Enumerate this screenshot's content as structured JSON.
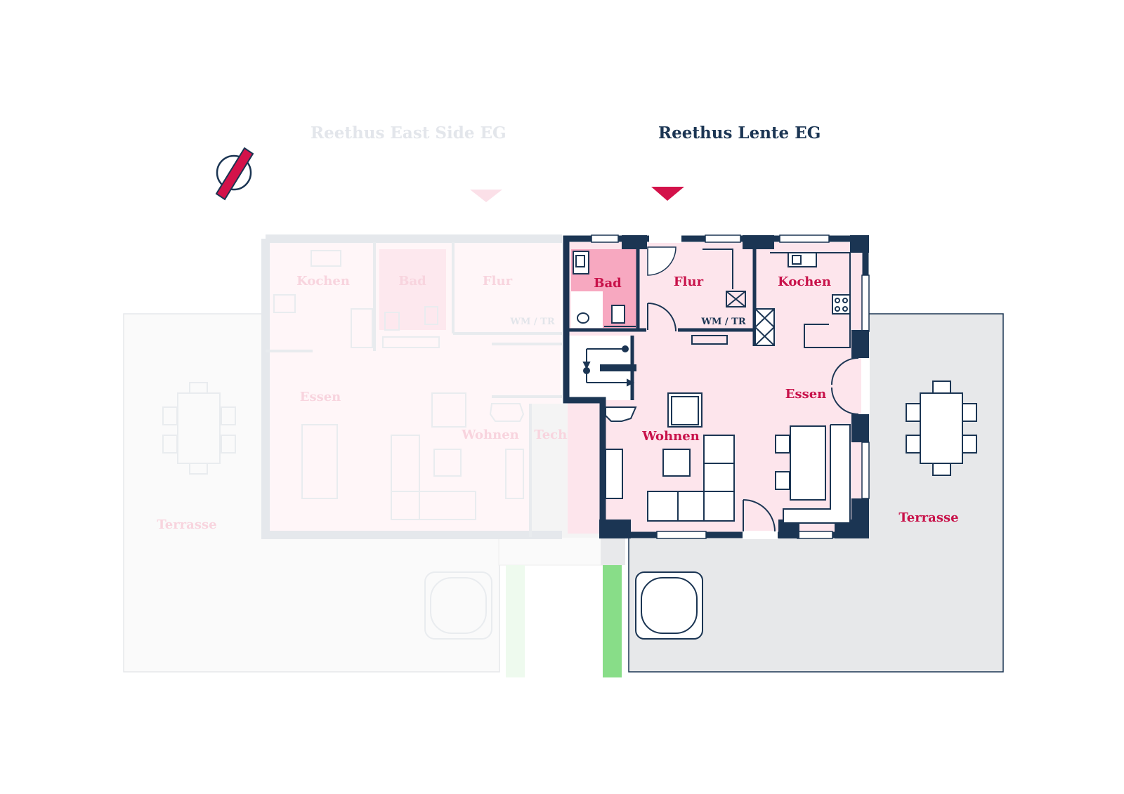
{
  "titles": {
    "left": "Reethus East Side EG",
    "right": "Reethus Lente EG"
  },
  "east_side_rooms": {
    "kochen": "Kochen",
    "bad": "Bad",
    "flur": "Flur",
    "wm_tr": "WM / TR",
    "essen": "Essen",
    "wohnen": "Wohnen",
    "technik": "Technik",
    "terrasse": "Terrasse"
  },
  "lente_rooms": {
    "bad": "Bad",
    "flur": "Flur",
    "kochen": "Kochen",
    "wm_tr": "WM / TR",
    "essen": "Essen",
    "wohnen": "Wohnen",
    "terrasse": "Terrasse"
  },
  "colors": {
    "wall": "#1b3553",
    "accent": "#d3124a",
    "room_fill": "#fde5ec",
    "bath_fill": "#f7a8c0",
    "terrace_fill": "#e7e8ea",
    "path_green": "#88dd88",
    "faded": "#e3e6eb"
  },
  "icons": {
    "compass": "north-arrow-icon",
    "marker_left": "triangle-down-icon",
    "marker_right": "triangle-down-icon"
  }
}
